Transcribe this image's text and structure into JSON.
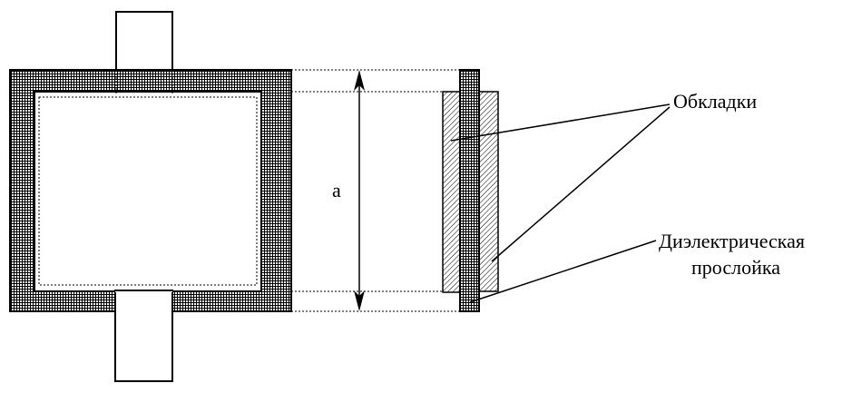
{
  "labels": {
    "dimension": "a",
    "plates": "Обкладки",
    "dielectric_line1": "Диэлектрическая",
    "dielectric_line2": "прослойка"
  },
  "colors": {
    "stroke": "#000000",
    "background": "#ffffff"
  }
}
